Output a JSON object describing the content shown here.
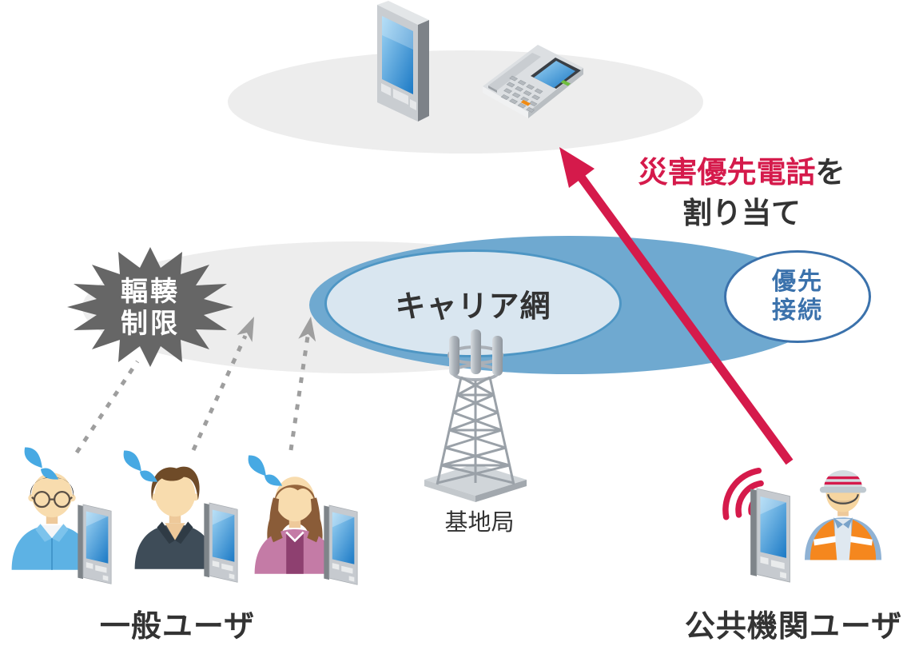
{
  "diagram": {
    "assign_label": {
      "highlight": "災害優先電話",
      "suffix": "を",
      "line2": "割り当て"
    },
    "congestion_burst": {
      "line1": "輻輳",
      "line2": "制限"
    },
    "carrier_network": "キャリア網",
    "priority_connection": {
      "line1": "優先",
      "line2": "接続"
    },
    "base_station_label": "基地局",
    "general_users_label": "一般ユーザ",
    "public_users_label": "公共機関ユーザ"
  },
  "icons": {
    "top_devices": [
      "smartphone-icon",
      "desk-phone-icon"
    ],
    "network": "base-station-tower-icon",
    "congestion": "burst-icon",
    "users": [
      "user-male-glasses-icon",
      "user-male-icon",
      "user-female-icon"
    ],
    "user_devices": "mobile-phone-icon",
    "public_user": "worker-helmet-icon",
    "signals": [
      "sweat-drops-icon",
      "dashed-arrow-icon",
      "wifi-signal-icon",
      "priority-arrow-icon"
    ]
  },
  "colors": {
    "accent": "#d51a4b",
    "network_blue": "#6fa9d0",
    "carrier_fill": "#d9e6f0",
    "carrier_stroke": "#4e96c4",
    "priority_blue": "#3b72ac",
    "ellipse_gray": "#ededed",
    "burst_gray": "#666666",
    "text_dark": "#333333",
    "arrow_gray": "#9e9e9e"
  }
}
